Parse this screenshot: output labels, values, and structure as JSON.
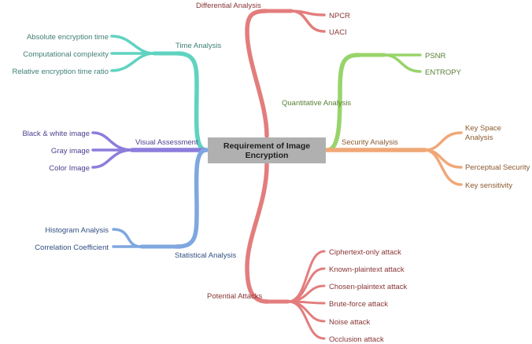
{
  "central": {
    "line1": "Requirement of Image",
    "line2": "Encryption"
  },
  "branches": [
    {
      "id": "time",
      "label": "Time Analysis",
      "color": "#5fd3c0",
      "leaves": [
        "Absolute encryption time",
        "Computational complexity",
        "Relative encryption time ratio"
      ]
    },
    {
      "id": "visual",
      "label": "Visual Assessment",
      "color": "#8c7ddb",
      "leaves": [
        "Black & white image",
        "Gray image",
        "Color Image"
      ]
    },
    {
      "id": "statistical",
      "label": "Statistical Analysis",
      "color": "#7fa7e0",
      "leaves": [
        "Histogram Analysis",
        "Correlation Coefficient"
      ]
    },
    {
      "id": "differential",
      "label": "Differential Analysis",
      "color": "#e37d7d",
      "leaves": [
        "NPCR",
        "UACI"
      ]
    },
    {
      "id": "quantitative",
      "label": "Quantitative Analysis",
      "color": "#98d46a",
      "leaves": [
        "PSNR",
        "ENTROPY"
      ]
    },
    {
      "id": "security",
      "label": "Security Analysis",
      "color": "#f0a878",
      "leaves": [
        "Key Space Analysis",
        "Perceptual Security",
        "Key sensitivity"
      ]
    },
    {
      "id": "attacks",
      "label": "Potential Attacks",
      "color": "#e37d7d",
      "leaves": [
        "Ciphertext-only attack",
        "Known-plaintext attack",
        "Chosen-plaintext attack",
        "Brute-force attack",
        "Noise attack",
        "Occlusion attack"
      ]
    }
  ]
}
